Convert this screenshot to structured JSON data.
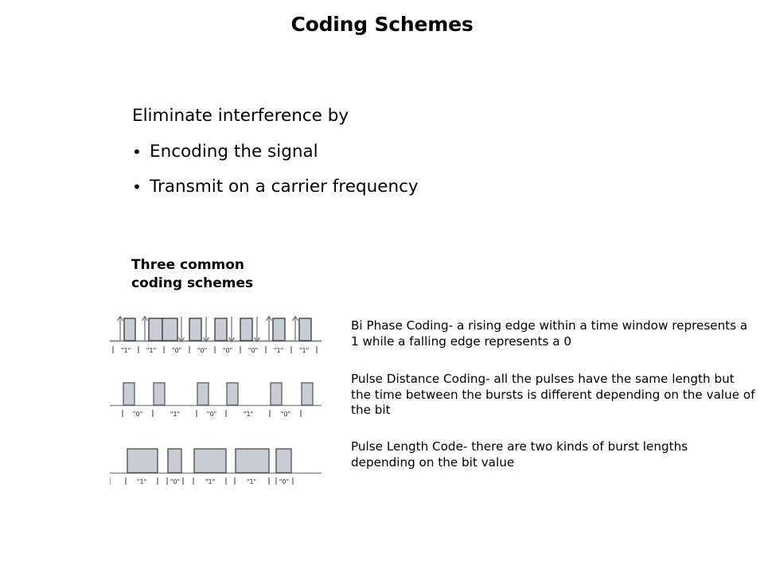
{
  "slide": {
    "title": "Coding Schemes",
    "background_color": "#ffffff",
    "text_color": "#000000"
  },
  "intro": {
    "lead": "Eliminate interference by",
    "bullet_marker": "•",
    "bullets": [
      {
        "label": "Encoding the signal"
      },
      {
        "label": "Transmit on a carrier frequency"
      }
    ]
  },
  "sub_heading": {
    "label": "Three common\ncoding schemes"
  },
  "descriptions": {
    "biphase": "Bi Phase Coding- a rising edge within a time window represents a 1 while a falling edge represents a 0",
    "distance": "Pulse Distance Coding- all the pulses have the same length but the time between the bursts is different depending on the value of the bit",
    "length": "Pulse Length Code- there are two kinds of burst lengths depending on the bit value"
  },
  "chart_data": [
    {
      "type": "waveform",
      "name": "bi-phase-coding",
      "title": "Bi Phase Coding",
      "pulse_fill": "#c8ccd4",
      "pulse_stroke": "#404040",
      "baseline_color": "#808080",
      "bit_labels": [
        "\"1\"",
        "\"1\"",
        "\"0\"",
        "\"0\"",
        "\"0\"",
        "\"0\"",
        "\"1\"",
        "\"1\""
      ],
      "bits": [
        1,
        1,
        0,
        0,
        0,
        0,
        1,
        1
      ],
      "edge_arrows": [
        "up",
        "up",
        "down",
        "down",
        "down",
        "down",
        "up",
        "up"
      ],
      "notes": "rising edge = 1, falling edge = 0; arrow direction marks the signal edge inside each bit time window"
    },
    {
      "type": "waveform",
      "name": "pulse-distance-coding",
      "title": "Pulse Distance Coding",
      "pulse_fill": "#c8ccd4",
      "pulse_stroke": "#404040",
      "baseline_color": "#808080",
      "bit_labels": [
        "\"0\"",
        "\"1\"",
        "\"0\"",
        "\"1\"",
        "\"0\""
      ],
      "bits": [
        0,
        1,
        0,
        1,
        0
      ],
      "pulse_count": 6,
      "notes": "all pulses have identical width; the gap between bursts encodes the bit value"
    },
    {
      "type": "waveform",
      "name": "pulse-length-coding",
      "title": "Pulse Length Code",
      "pulse_fill": "#c8ccd4",
      "pulse_stroke": "#404040",
      "baseline_color": "#808080",
      "bit_labels": [
        "\"1\"",
        "\"0\"",
        "\"1\"",
        "\"1\"",
        "\"0\""
      ],
      "bits": [
        1,
        0,
        1,
        1,
        0
      ],
      "pulse_count": 5,
      "notes": "long burst = 1, short burst = 0"
    }
  ]
}
